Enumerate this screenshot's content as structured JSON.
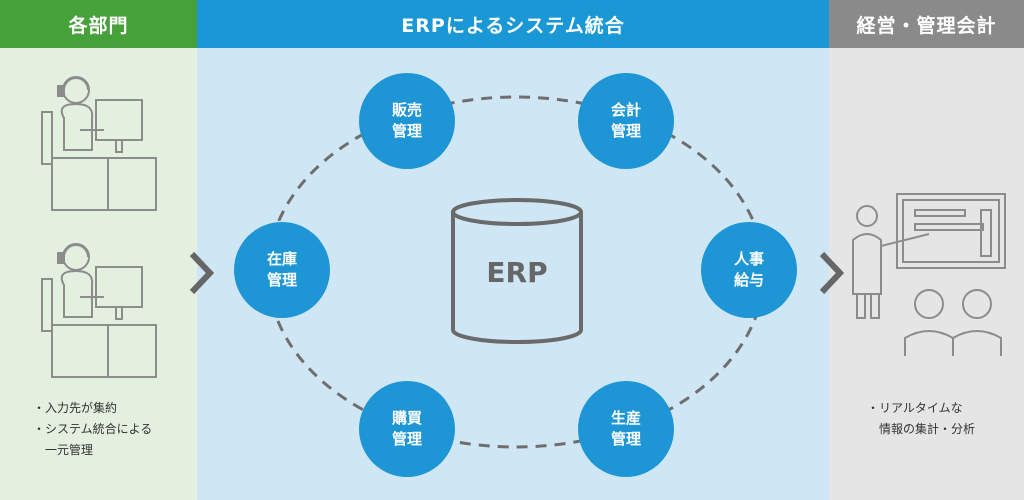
{
  "columns": {
    "left": {
      "title": "各部門",
      "notes": [
        "・入力先が集約",
        "・システム統合による",
        "一元管理"
      ]
    },
    "middle": {
      "title": "ERPによるシステム統合",
      "center_label": "ERP",
      "nodes": [
        {
          "line1": "販売",
          "line2": "管理"
        },
        {
          "line1": "会計",
          "line2": "管理"
        },
        {
          "line1": "在庫",
          "line2": "管理"
        },
        {
          "line1": "人事",
          "line2": "給与"
        },
        {
          "line1": "購買",
          "line2": "管理"
        },
        {
          "line1": "生産",
          "line2": "管理"
        }
      ]
    },
    "right": {
      "title": "経営・管理会計",
      "notes": [
        "・リアルタイムな",
        "情報の集計・分析"
      ]
    }
  },
  "colors": {
    "green": "#47a13b",
    "blue": "#1a97d5",
    "gray": "#8a8a8a",
    "node": "#1e96d6"
  }
}
